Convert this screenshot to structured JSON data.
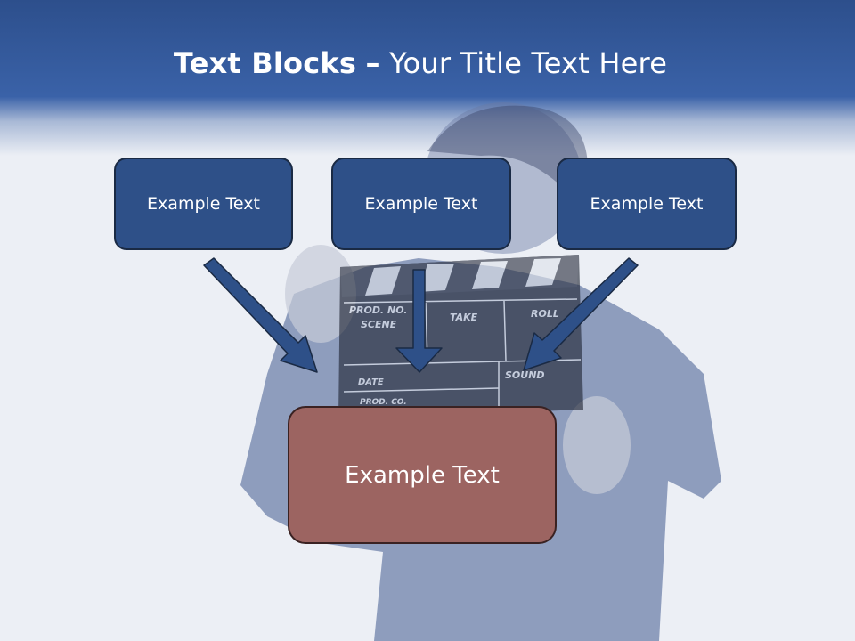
{
  "slide": {
    "title_bold": "Text Blocks",
    "title_dash": "–",
    "title_rest": "Your Title Text Here"
  },
  "blocks": [
    {
      "label": "Example Text"
    },
    {
      "label": "Example Text"
    },
    {
      "label": "Example Text"
    }
  ],
  "main_block": {
    "label": "Example Text"
  },
  "photo": {
    "clapperboard_labels": [
      "PROD. NO.",
      "SCENE",
      "TAKE",
      "ROLL",
      "DATE",
      "SOUND",
      "PROD. CO."
    ]
  },
  "colors": {
    "header": "#3a62a8",
    "block": "#2e5088",
    "main_block": "#9c6461",
    "arrow": "#2e5088"
  }
}
